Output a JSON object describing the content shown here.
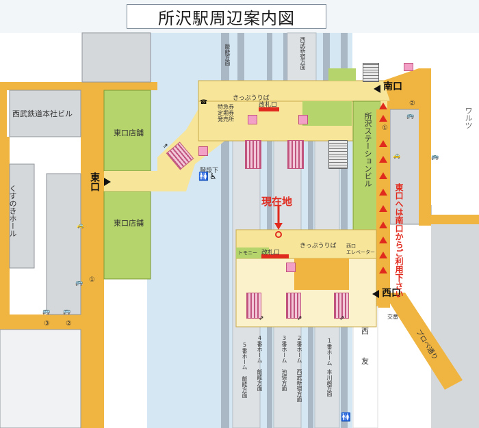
{
  "title": "所沢駅周辺案内図",
  "colors": {
    "road": "#f0b541",
    "concourse": "#f7e59a",
    "shop": "#b6d46c",
    "building": "#d5d8db",
    "platform": "#dde1e4",
    "track": "#aab7c5",
    "sky": "#d4e7f3",
    "accent_red": "#e12a1e"
  },
  "exits": {
    "east": "東口",
    "south": "南口",
    "west": "西口"
  },
  "buildings": {
    "seibu_hq": "西武鉄道本社ビル",
    "kusunoki_hall": "くすのきホール",
    "station_building": "所沢ステーションビル",
    "east_shop_1": "東口店舗",
    "east_shop_2": "東口店舗",
    "warutsu": "ワルツ",
    "seiyu_1": "西",
    "seiyu_2": "友"
  },
  "labels": {
    "ticket_gate_top": "改札口",
    "ticket_gate_bottom": "改札口",
    "kippu_top": "きっぷうりば",
    "kippu_bottom": "きっぷうりば",
    "special_ticket": "特急券\n定期券\n発売所",
    "stairs_down": "階段下",
    "elevator": "西口\nエレベーター",
    "tomony": "トモニー",
    "koban": "交番",
    "prop_street": "プロペ通り",
    "current_location": "現在地",
    "guide_note": "東口へは南口からご利用下さい",
    "dir_hanno_top": "飯能方面",
    "dir_shinjuku_top": "西武新宿方面"
  },
  "platforms": [
    {
      "name": "5番ホーム",
      "dir": "飯能方面"
    },
    {
      "name": "4番ホーム",
      "dir": "飯能方面"
    },
    {
      "name": "3番ホーム",
      "dir": "池袋方面"
    },
    {
      "name": "2番ホーム",
      "dir": "西武新宿方面"
    },
    {
      "name": "1番ホーム",
      "dir": "本川越方面"
    }
  ],
  "bus_stops": {
    "e1": "①",
    "e2": "②",
    "e3": "③",
    "s1": "①",
    "s2": "②"
  },
  "icons": [
    "escalator-icon",
    "elevator-icon",
    "toilet-icon",
    "wheelchair-icon",
    "taxi-icon",
    "bus-icon",
    "phone-icon"
  ]
}
